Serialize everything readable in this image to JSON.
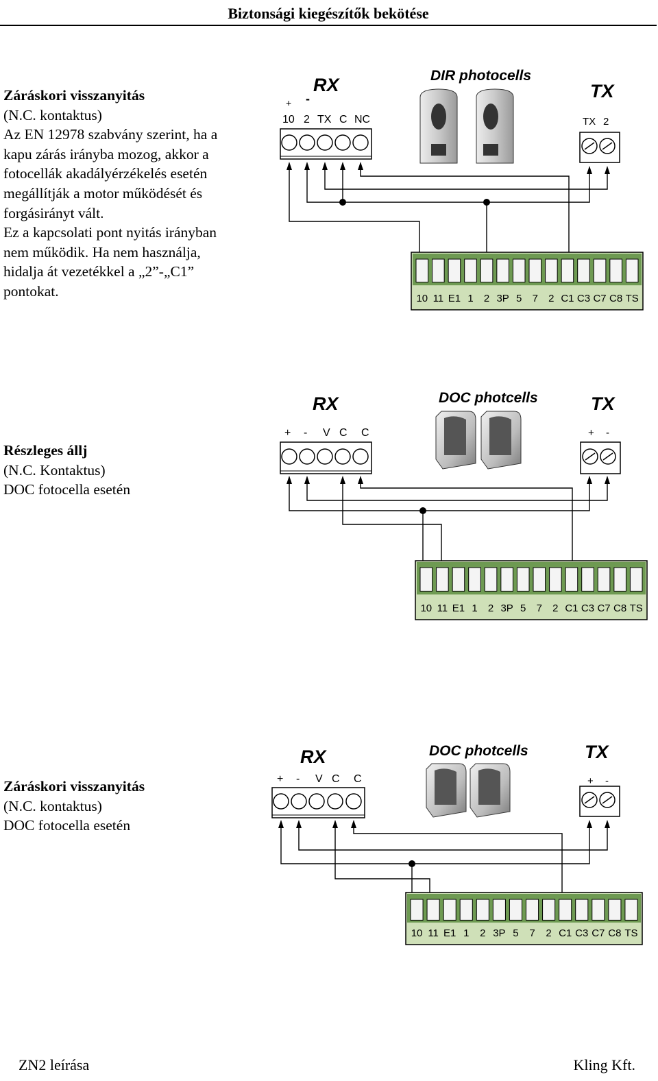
{
  "header": {
    "title": "Biztonsági kiegészítők bekötése"
  },
  "sections": [
    {
      "title": "Záráskori visszanyitás",
      "lines": [
        "(N.C. kontaktus)",
        "Az EN 12978 szabvány szerint, ha a",
        "kapu zárás irányba mozog, akkor a",
        "fotocellák akadályérzékelés esetén",
        "megállítják a motor működését és",
        "forgásirányt vált.",
        "Ez a kapcsolati pont nyitás irányban",
        "nem működik. Ha nem használja,",
        "hidalja át vezetékkel a „2”-„C1”",
        "pontokat."
      ]
    },
    {
      "title": "Részleges állj",
      "lines": [
        "(N.C. Kontaktus)",
        "DOC fotocella esetén"
      ]
    },
    {
      "title": "Záráskori visszanyitás",
      "lines": [
        "(N.C. kontaktus)",
        "DOC fotocella esetén"
      ]
    }
  ],
  "diagrams": [
    {
      "rx": "RX",
      "tx": "TX",
      "photocells": "DIR photocells",
      "rx_terminals": [
        "10",
        "2",
        "TX",
        "C",
        "NC"
      ],
      "rx_polarity": [
        "+",
        "-"
      ],
      "tx_terminals": [
        "TX",
        "2"
      ]
    },
    {
      "rx": "RX",
      "tx": "TX",
      "photocells": "DOC photcells",
      "rx_terminals": [
        "+",
        "-",
        "V",
        "C",
        "C"
      ],
      "tx_terminals": [
        "+",
        "-"
      ]
    },
    {
      "rx": "RX",
      "tx": "TX",
      "photocells": "DOC photcells",
      "rx_terminals": [
        "+",
        "-",
        "V",
        "C",
        "C"
      ],
      "tx_terminals": [
        "+",
        "-"
      ]
    }
  ],
  "board_terminals": [
    "10",
    "11",
    "E1",
    "1",
    "2",
    "3P",
    "5",
    "7",
    "2",
    "C1",
    "C3",
    "C7",
    "C8",
    "TS"
  ],
  "footer": {
    "left": "ZN2 leírása",
    "right": "Kling Kft."
  }
}
